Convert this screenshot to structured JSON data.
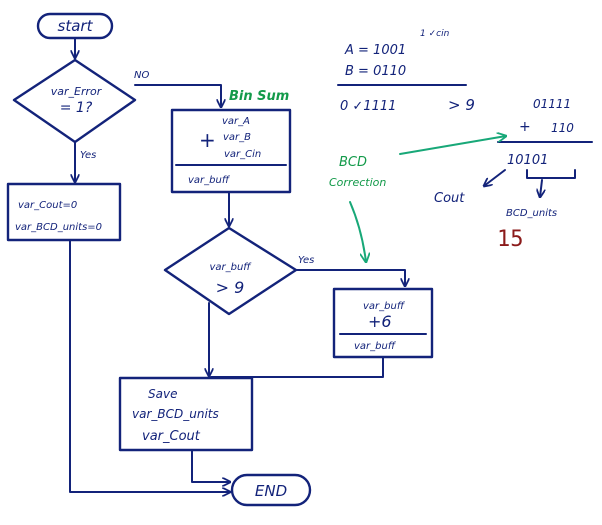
{
  "flowchart": {
    "start": "start",
    "decision_error": {
      "line1": "var_Error",
      "line2": "= 1?"
    },
    "label_no": "NO",
    "label_yes_error": "Yes",
    "init_box": {
      "line1": "var_Cout=0",
      "line2": "var_BCD_units=0"
    },
    "bin_sum_title": "Bin Sum",
    "bin_sum_box": {
      "plus": "+",
      "a": "var_A",
      "b": "var_B",
      "cin": "var_Cin",
      "result": "var_buff"
    },
    "decision_buff": {
      "line1": "var_buff",
      "line2": "> 9"
    },
    "label_yes_buff": "Yes",
    "correction_box": {
      "line1": "var_buff",
      "line2": "+6",
      "result": "var_buff"
    },
    "save_box": {
      "line1": "Save",
      "line2": "var_BCD_units",
      "line3": "var_Cout"
    },
    "end": "END"
  },
  "example": {
    "cin_note": "1 ✓cin",
    "a_line": "A = 1001",
    "b_line": "B = 0110",
    "sum_line": "0 ✓1111",
    "compare": "> 9",
    "operand": "01111",
    "plus": "+",
    "six": "110",
    "result": "10101",
    "bcd_correction_line1": "BCD",
    "bcd_correction_line2": "Correction",
    "cout_label": "Cout",
    "bcd_units_label": "BCD_units",
    "bcd_units_value": "15"
  },
  "colors": {
    "ink": "#13237a",
    "green": "#139a4a",
    "arrow_green": "#18a878",
    "red": "#8b1a1a"
  }
}
